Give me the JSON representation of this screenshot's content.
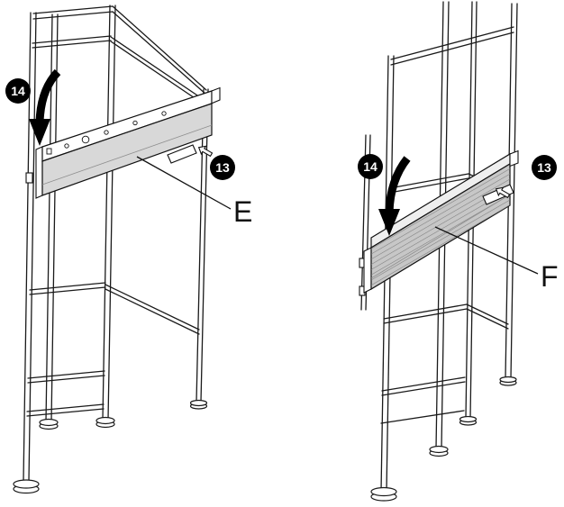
{
  "diagram": {
    "background_color": "#ffffff",
    "line_color": "#1a1a1a",
    "figures": [
      {
        "id": "left",
        "part_label": "E",
        "part_fill": "#d8d8d8",
        "badges": [
          {
            "name": "step-14",
            "label": "14"
          },
          {
            "name": "step-13",
            "label": "13"
          }
        ],
        "icons": [
          "rotate-down-arrow",
          "insert-arrow"
        ]
      },
      {
        "id": "right",
        "part_label": "F",
        "part_fill": "#c7c7c7",
        "badges": [
          {
            "name": "step-14",
            "label": "14"
          },
          {
            "name": "step-13",
            "label": "13"
          }
        ],
        "icons": [
          "rotate-down-arrow",
          "insert-arrow"
        ]
      }
    ]
  }
}
